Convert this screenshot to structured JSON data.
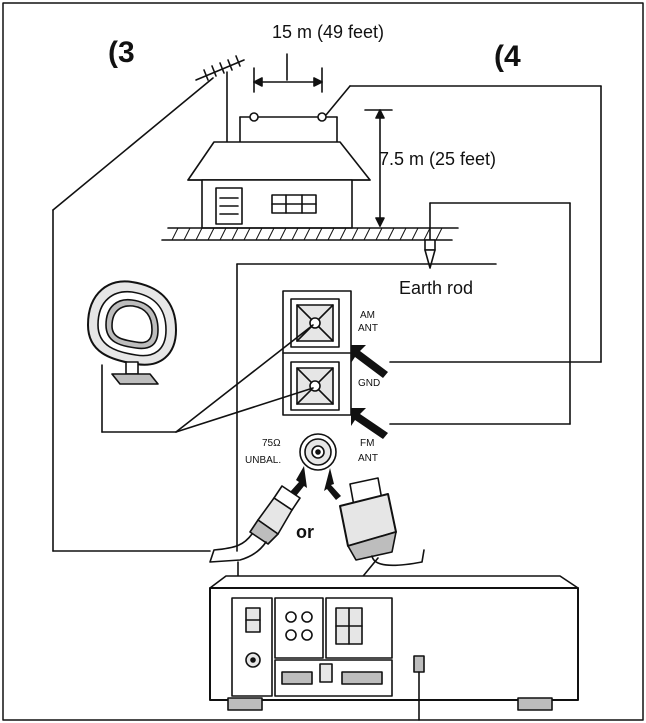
{
  "labels": {
    "step_left": "(3",
    "step_right": "(4",
    "width_measure": "15 m (49 feet)",
    "height_measure": "7.5 m (25 feet)",
    "earth_rod": "Earth rod",
    "am_ant_1": "AM",
    "am_ant_2": "ANT",
    "gnd": "GND",
    "unbal_1": "75Ω",
    "unbal_2": "UNBAL.",
    "fm_ant_1": "FM",
    "fm_ant_2": "ANT",
    "or": "or"
  },
  "colors": {
    "line": "#111111",
    "fill_light": "#e6e6e6",
    "fill_mid": "#bdbdbd",
    "background": "#ffffff"
  }
}
